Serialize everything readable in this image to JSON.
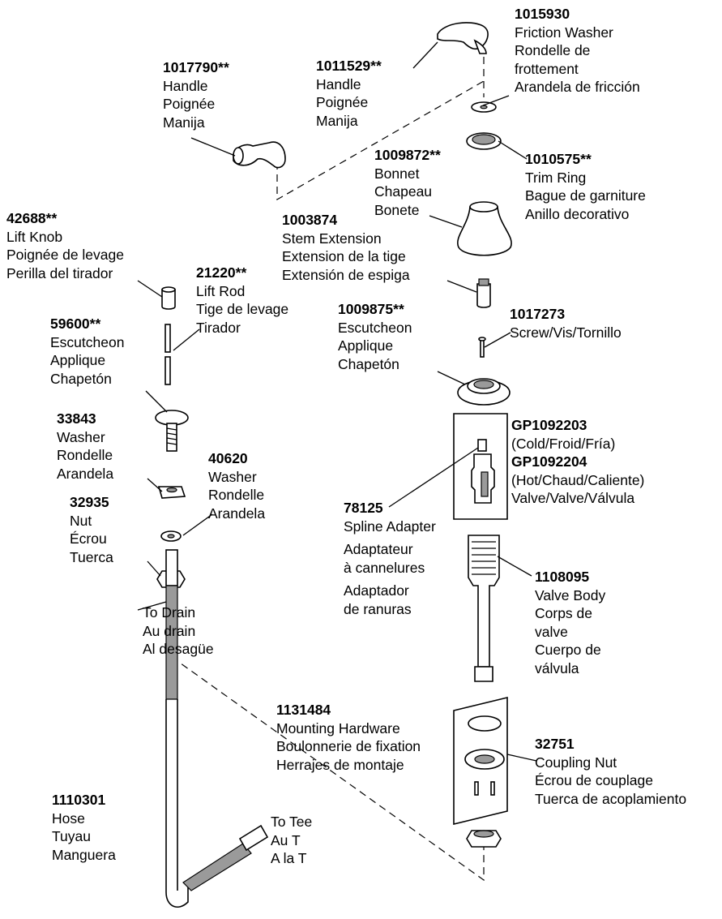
{
  "parts": {
    "p1015930": {
      "pn": "1015930",
      "lines": [
        "Friction Washer",
        "Rondelle de",
        "frottement",
        "Arandela de fricción"
      ]
    },
    "p1011529": {
      "pn": "1011529**",
      "lines": [
        "Handle",
        "Poignée",
        "Manija"
      ]
    },
    "p1017790": {
      "pn": "1017790**",
      "lines": [
        "Handle",
        "Poignée",
        "Manija"
      ]
    },
    "p1010575": {
      "pn": "1010575**",
      "lines": [
        "Trim Ring",
        "Bague de garniture",
        "Anillo decorativo"
      ]
    },
    "p1009872": {
      "pn": "1009872**",
      "lines": [
        "Bonnet",
        "Chapeau",
        "Bonete"
      ]
    },
    "p42688": {
      "pn": "42688**",
      "lines": [
        "Lift Knob",
        "Poignée de levage",
        "Perilla del tirador"
      ]
    },
    "p1003874": {
      "pn": "1003874",
      "lines": [
        "Stem Extension",
        "Extension de la tige",
        "Extensión de espiga"
      ]
    },
    "p21220": {
      "pn": "21220**",
      "lines": [
        "Lift Rod",
        "Tige de levage",
        "Tirador"
      ]
    },
    "p59600": {
      "pn": "59600**",
      "lines": [
        "Escutcheon",
        "Applique",
        "Chapetón"
      ]
    },
    "p1009875": {
      "pn": "1009875**",
      "lines": [
        "Escutcheon",
        "Applique",
        "Chapetón"
      ]
    },
    "p1017273": {
      "pn": "1017273",
      "lines": [
        "Screw/Vis/Tornillo"
      ]
    },
    "p33843": {
      "pn": "33843",
      "lines": [
        "Washer",
        "Rondelle",
        "Arandela"
      ]
    },
    "p40620": {
      "pn": "40620",
      "lines": [
        "Washer",
        "Rondelle",
        "Arandela"
      ]
    },
    "p32935": {
      "pn": "32935",
      "lines": [
        "Nut",
        "Écrou",
        "Tuerca"
      ]
    },
    "pGP": {
      "pn1": "GP1092203",
      "l1": "(Cold/Froid/Fría)",
      "pn2": "GP1092204",
      "l2": "(Hot/Chaud/Caliente)",
      "l3": "Valve/Valve/Válvula"
    },
    "p78125": {
      "pn": "78125",
      "lines": [
        "Spline Adapter"
      ],
      "lines2": [
        "Adaptateur",
        "à cannelures"
      ],
      "lines3": [
        "Adaptador",
        "de ranuras"
      ]
    },
    "p1108095": {
      "pn": "1108095",
      "lines": [
        "Valve Body",
        "Corps de",
        "valve",
        "Cuerpo de",
        "válvula"
      ]
    },
    "p1131484": {
      "pn": "1131484",
      "lines": [
        "Mounting Hardware",
        "Boulonnerie de fixation",
        "Herrajes de montaje"
      ]
    },
    "p32751": {
      "pn": "32751",
      "lines": [
        "Coupling Nut",
        "Écrou de couplage",
        "Tuerca de acoplamiento"
      ]
    },
    "p1110301": {
      "pn": "1110301",
      "lines": [
        "Hose",
        "Tuyau",
        "Manguera"
      ]
    }
  },
  "notes": {
    "drain": [
      "To Drain",
      "Au drain",
      "Al desagüe"
    ],
    "tee": [
      "To Tee",
      "Au T",
      "A la T"
    ]
  }
}
